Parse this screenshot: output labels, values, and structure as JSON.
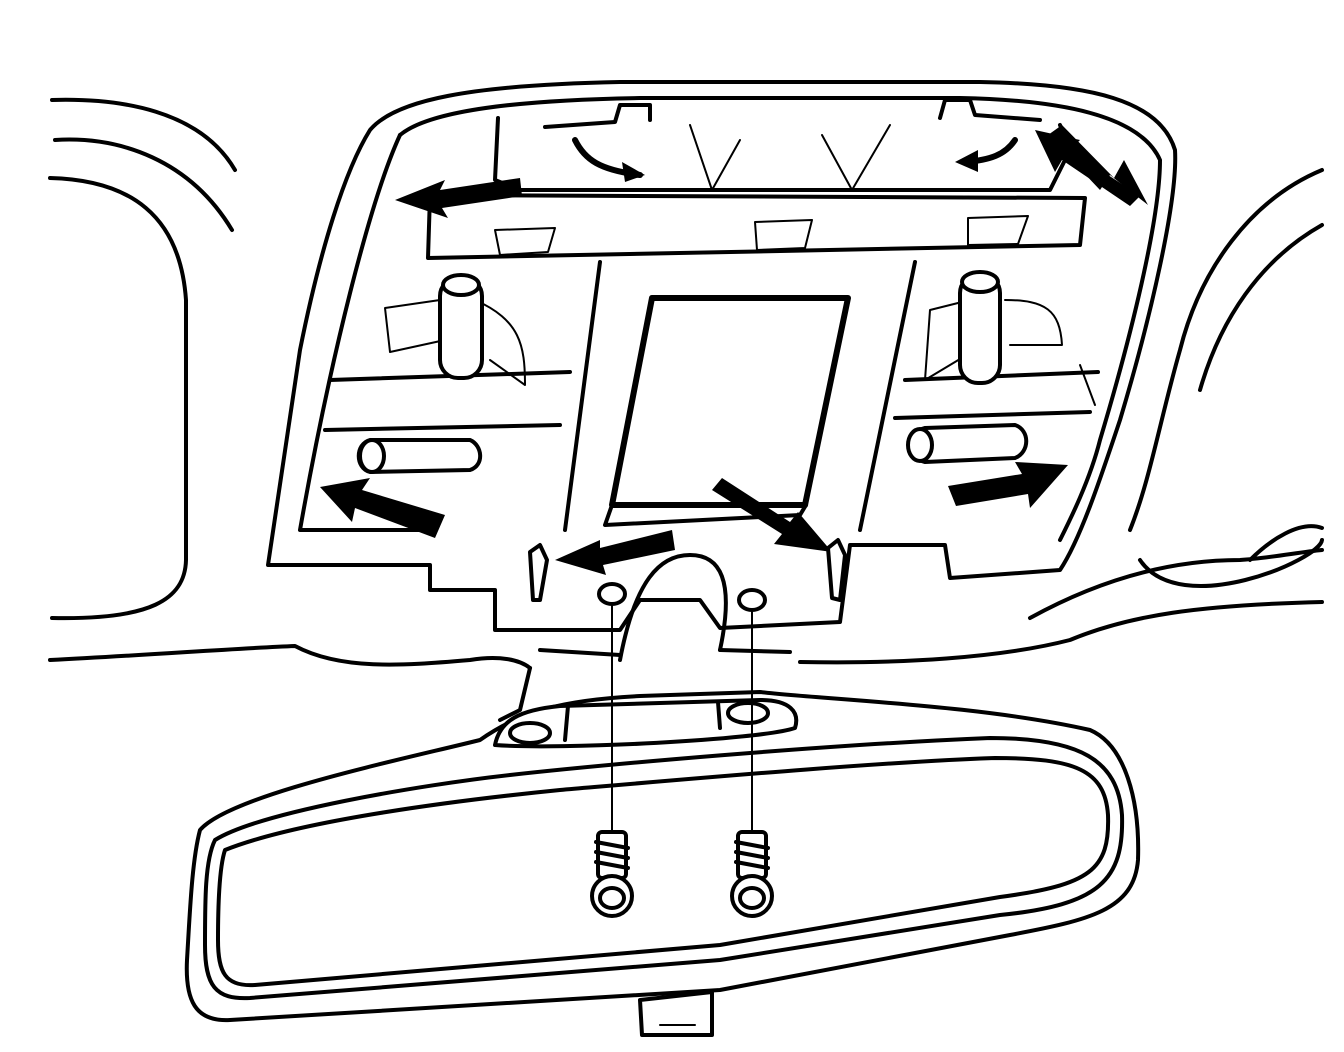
{
  "figure": {
    "subject": "",
    "colors": {
      "line": "#000000",
      "background": "#ffffff"
    },
    "parts": [
      {
        "id": "headliner",
        "icon": "headliner-outline"
      },
      {
        "id": "overhead-console",
        "icon": "console-housing"
      },
      {
        "id": "console-window",
        "icon": "rectangle-window"
      },
      {
        "id": "retaining-clips",
        "count": 4,
        "icon": "clip-pin"
      },
      {
        "id": "release-arrows",
        "count": 8,
        "icon": "arrow"
      },
      {
        "id": "rearview-mirror",
        "icon": "mirror"
      },
      {
        "id": "mounting-screws",
        "count": 2,
        "icon": "screw"
      },
      {
        "id": "mounting-holes",
        "count": 4,
        "icon": "hole"
      }
    ]
  }
}
